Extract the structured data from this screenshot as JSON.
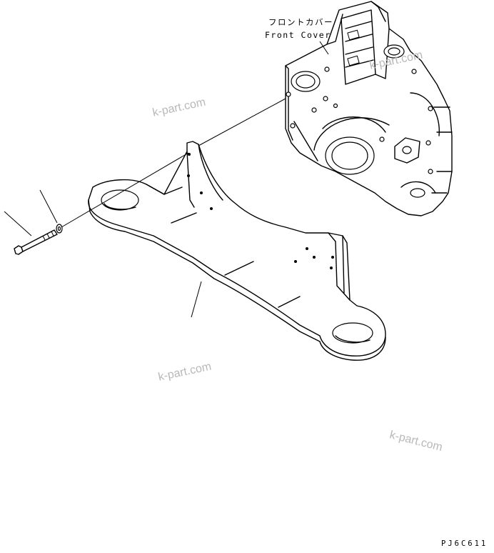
{
  "labels": {
    "front_cover_jp": "フロントカバー",
    "front_cover_en": "Front Cover",
    "figure_code": "PJ6C611"
  },
  "watermarks": [
    "k-part.com",
    "k-part.com",
    "k-part.com",
    "k-part.com"
  ]
}
